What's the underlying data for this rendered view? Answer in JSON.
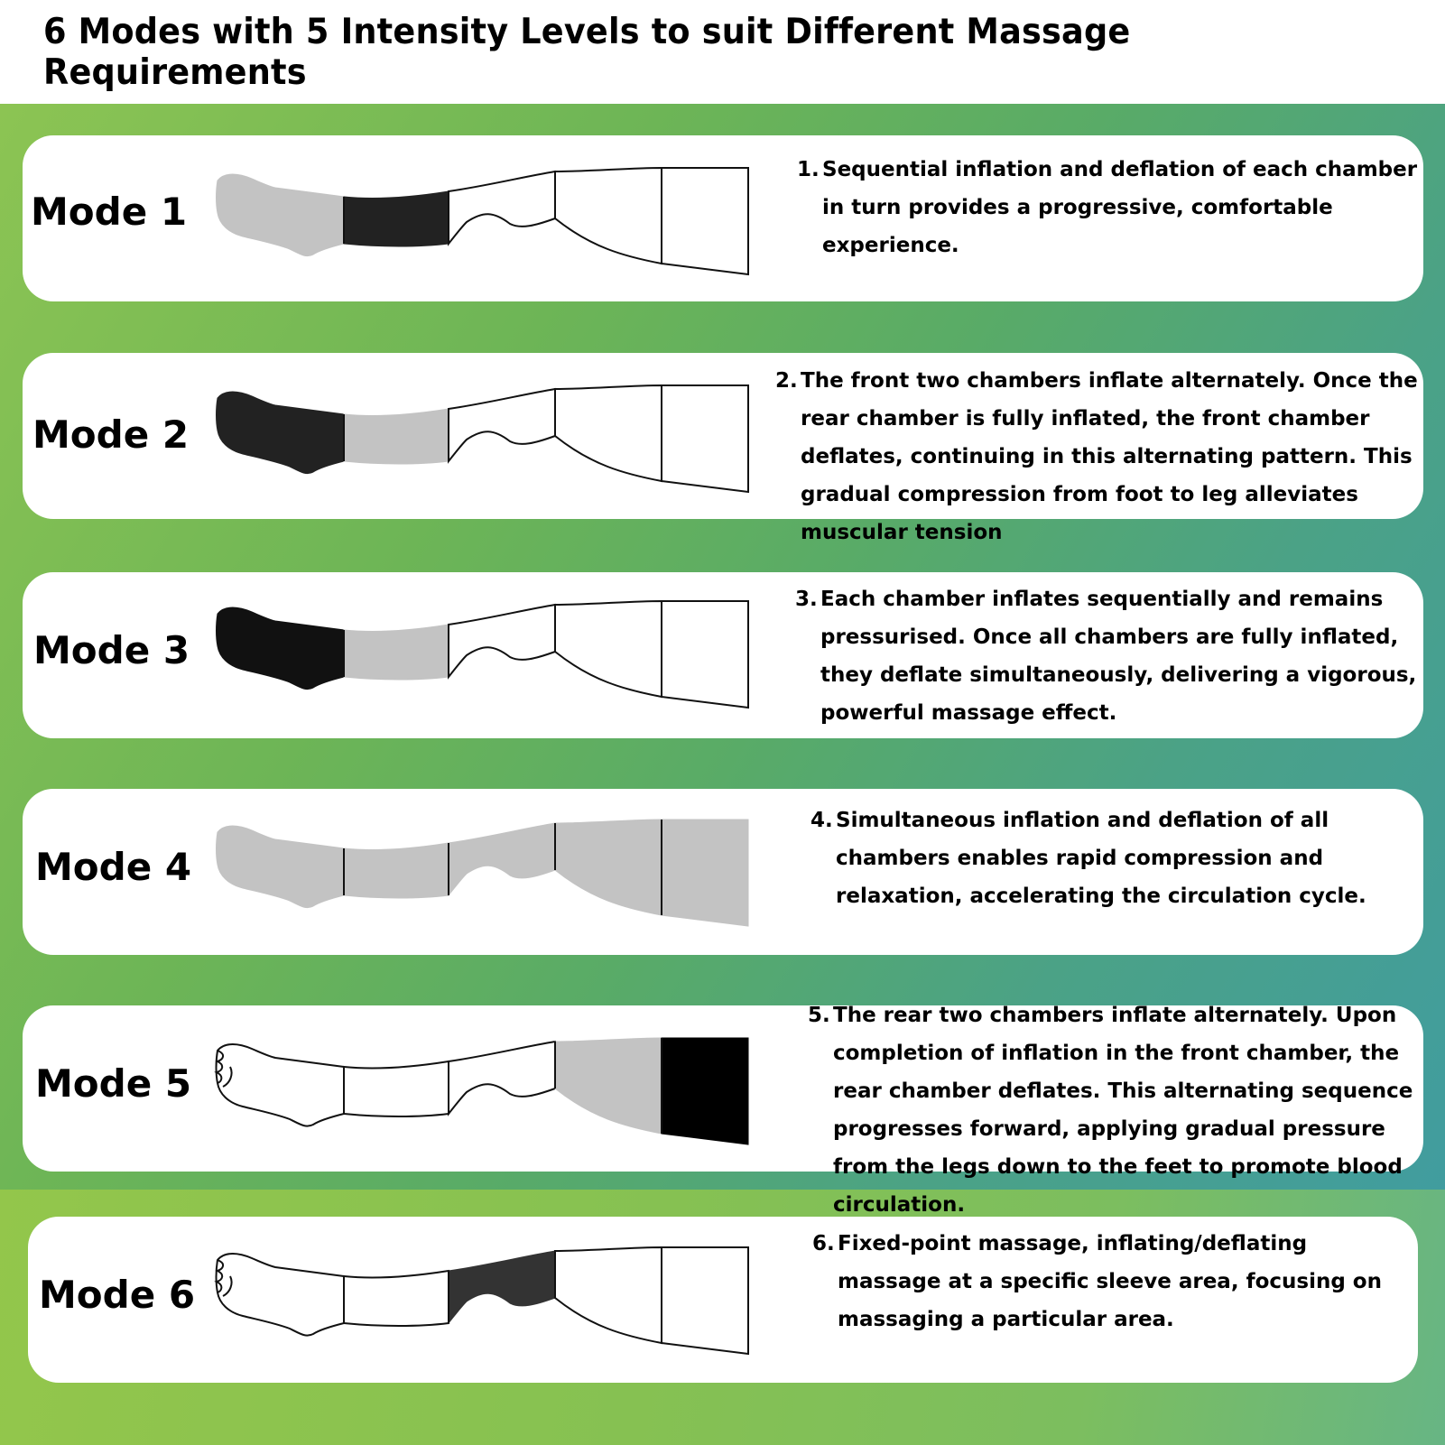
{
  "title": "6 Modes with 5 Intensity Levels to suit Different Massage Requirements",
  "modes": [
    {
      "label": "Mode 1",
      "number": "1.",
      "description": "Sequential inflation and deflation of each chamber in turn provides a progressive, comfortable experience.",
      "fills": {
        "foot": "#c3c3c3",
        "ankle": "#222222",
        "calf": "#ffffff",
        "knee": "#ffffff",
        "thigh": "#ffffff"
      }
    },
    {
      "label": "Mode 2",
      "number": "2.",
      "description": "The front two chambers inflate alternately. Once the rear chamber is fully inflated, the front chamber deflates, continuing in this alternating pattern. This gradual compression from foot to leg alleviates muscular tension",
      "fills": {
        "foot": "#222222",
        "ankle": "#c3c3c3",
        "calf": "#ffffff",
        "knee": "#ffffff",
        "thigh": "#ffffff"
      }
    },
    {
      "label": "Mode 3",
      "number": "3.",
      "description": "Each chamber inflates sequentially and remains pressurised. Once all chambers are fully inflated, they deflate simultaneously, delivering a vigorous, powerful massage effect.",
      "fills": {
        "foot": "#111111",
        "ankle": "#c3c3c3",
        "calf": "#ffffff",
        "knee": "#ffffff",
        "thigh": "#ffffff"
      }
    },
    {
      "label": "Mode 4",
      "number": "4.",
      "description": "Simultaneous inflation and deflation of all chambers enables rapid compression and relaxation, accelerating the circulation cycle.",
      "fills": {
        "foot": "#c3c3c3",
        "ankle": "#c3c3c3",
        "calf": "#c3c3c3",
        "knee": "#c3c3c3",
        "thigh": "#c3c3c3"
      }
    },
    {
      "label": "Mode 5",
      "number": "5.",
      "description": "The rear two chambers inflate alternately. Upon completion of inflation in the front chamber, the rear chamber deflates. This alternating sequence progresses forward, applying gradual pressure from the legs down to the feet to promote blood circulation.",
      "fills": {
        "foot": "#ffffff",
        "ankle": "#ffffff",
        "calf": "#ffffff",
        "knee": "#c3c3c3",
        "thigh": "#000000"
      }
    },
    {
      "label": "Mode 6",
      "number": "6.",
      "description": "Fixed-point massage, inflating/deflating massage at a specific sleeve area, focusing on massaging a particular area.",
      "fills": {
        "foot": "#ffffff",
        "ankle": "#ffffff",
        "calf": "#333333",
        "knee": "#ffffff",
        "thigh": "#ffffff"
      }
    }
  ]
}
